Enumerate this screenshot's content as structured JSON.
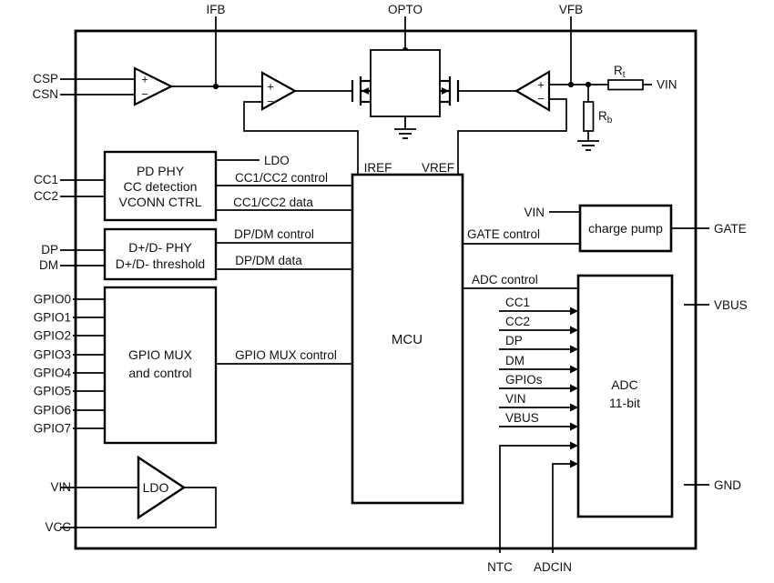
{
  "colors": {
    "background": "#ffffff",
    "line": "#000000",
    "text": "#111111"
  },
  "pins": {
    "top": [
      "IFB",
      "OPTO",
      "VFB"
    ],
    "left": [
      "CSP",
      "CSN",
      "CC1",
      "CC2",
      "DP",
      "DM",
      "GPIO0",
      "GPIO1",
      "GPIO2",
      "GPIO3",
      "GPIO4",
      "GPIO5",
      "GPIO6",
      "GPIO7",
      "VIN",
      "VCC"
    ],
    "right": [
      "VIN",
      "GATE",
      "VBUS",
      "GND"
    ],
    "bottom": [
      "NTC",
      "ADCIN"
    ]
  },
  "blocks": {
    "pd_phy": [
      "PD PHY",
      "CC detection",
      "VCONN CTRL"
    ],
    "dpdm_phy": [
      "D+/D- PHY",
      "D+/D- threshold"
    ],
    "gpio_mux": [
      "GPIO MUX",
      "and control"
    ],
    "mcu": "MCU",
    "charge_pump": "charge pump",
    "adc": [
      "ADC",
      "11-bit"
    ],
    "ldo_regulator": "LDO"
  },
  "signals": {
    "ldo": "LDO",
    "cc_control": "CC1/CC2 control",
    "cc_data": "CC1/CC2 data",
    "dpdm_control": "DP/DM control",
    "dpdm_data": "DP/DM data",
    "gpio_mux_control": "GPIO MUX control",
    "vin_to_charge_pump": "VIN",
    "gate_control": "GATE control",
    "adc_control": "ADC control",
    "iref": "IREF",
    "vref": "VREF",
    "adc_inputs": [
      "CC1",
      "CC2",
      "DP",
      "DM",
      "GPIOs",
      "VIN",
      "VBUS"
    ]
  },
  "resistors": {
    "rt": {
      "name": "R",
      "sub": "t"
    },
    "rb": {
      "name": "R",
      "sub": "b"
    }
  },
  "opamp_marks": {
    "plus": "+",
    "minus": "−"
  }
}
